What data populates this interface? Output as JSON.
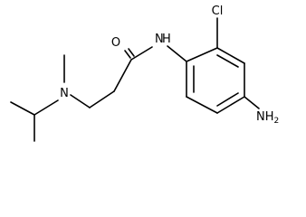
{
  "molecule": {
    "atoms": {
      "oxygen": "O",
      "amide_nitrogen": "N",
      "amide_hydrogen": "H",
      "chlorine": "Cl",
      "amine_nitrogen": "N",
      "amino_group": "NH",
      "amino_subscript": "2"
    },
    "colors": {
      "bond": "#000000",
      "label": "#000000",
      "background": "#ffffff"
    }
  }
}
